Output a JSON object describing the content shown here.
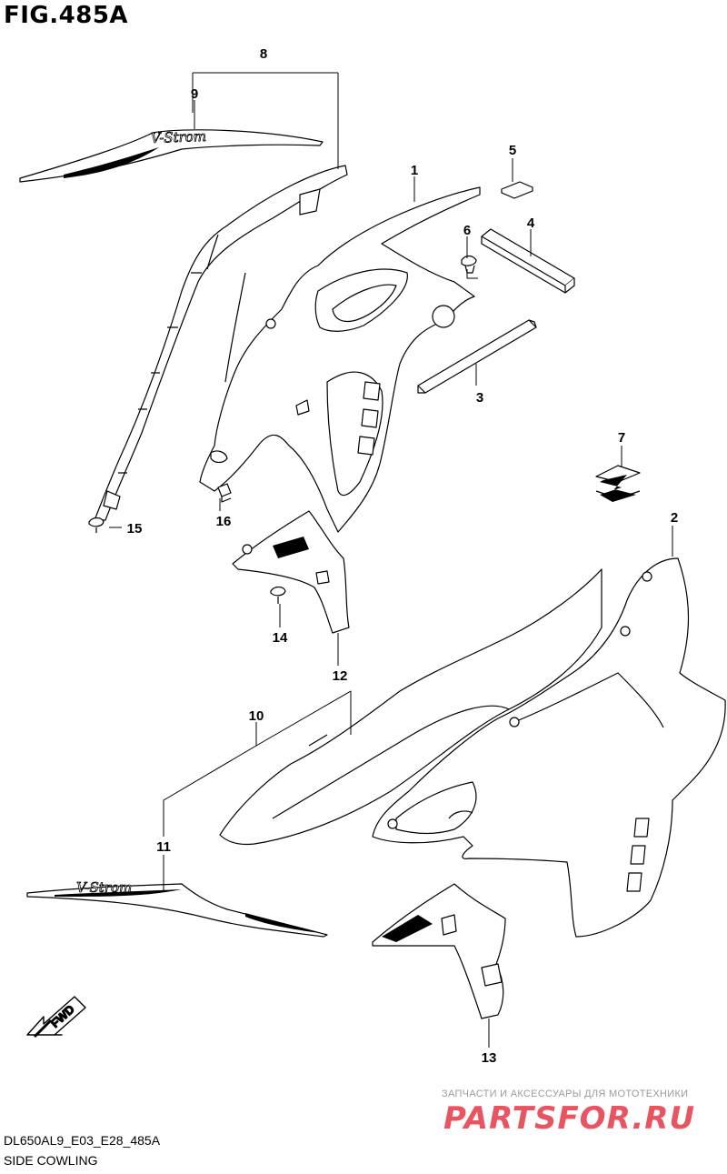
{
  "figure": {
    "title": "FIG.485A",
    "model_code": "DL650AL9_E03_E28_485A",
    "caption": "SIDE COWLING"
  },
  "callouts": [
    "1",
    "2",
    "3",
    "4",
    "5",
    "6",
    "7",
    "8",
    "9",
    "10",
    "11",
    "12",
    "13",
    "14",
    "15",
    "16"
  ],
  "decal_text": {
    "upper": "V-Strom",
    "lower": "V-Strom"
  },
  "direction_indicator": "FWD",
  "watermark": {
    "tagline": "ЗАПЧАСТИ И АКСЕССУАРЫ ДЛЯ МОТОТЕХНИКИ",
    "logo": "PARTSFOR.RU",
    "logo_color": "#e85560"
  }
}
